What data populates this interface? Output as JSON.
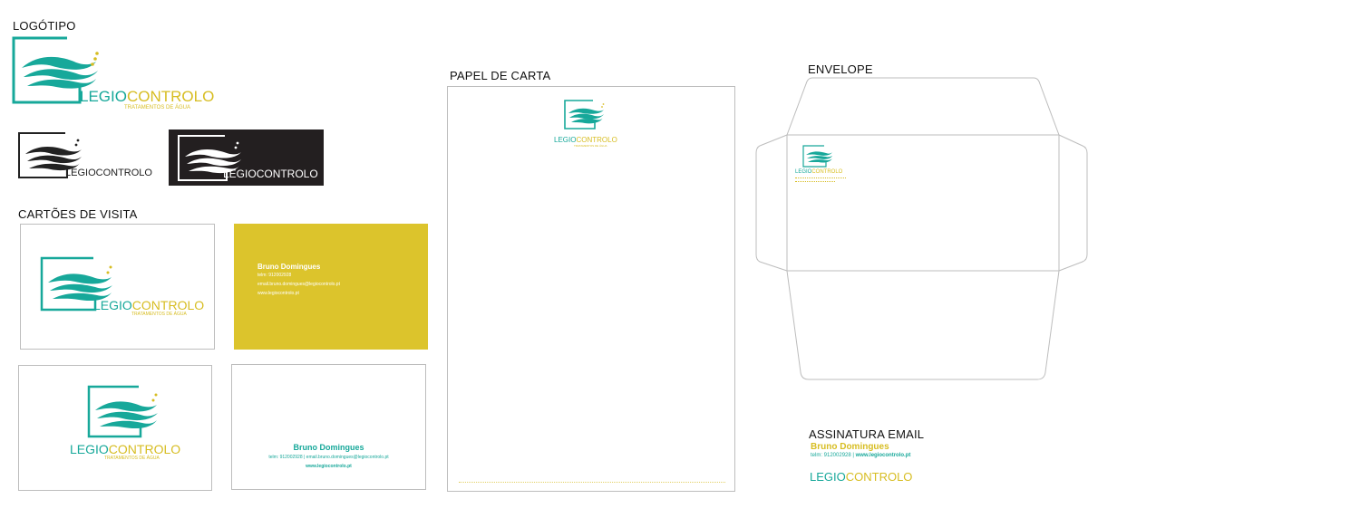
{
  "colors": {
    "teal": "#17a89a",
    "gold": "#d7bd22",
    "dark": "#231f20",
    "card_gold": "#dcc42c"
  },
  "brand": {
    "name_part1": "LEGIO",
    "name_part2": "CONTROLO",
    "tagline": "TRATAMENTOS DE ÁGUA",
    "icon": "water-waves-logo-icon"
  },
  "sections": {
    "logo": "LOGÓTIPO",
    "cards": "CARTÕES DE VISITA",
    "letterhead": "PAPEL DE CARTA",
    "envelope": "ENVELOPE",
    "email_signature": "ASSINATURA EMAIL"
  },
  "contact": {
    "name": "Bruno Domingues",
    "phone": "telm: 912002928",
    "email": "email.bruno.domingues@legiocontrolo.pt",
    "website": "www.legiocontrolo.pt",
    "combined_line": "telm: 912002928 | email.bruno.domingues@legiocontrolo.pt",
    "signature_line_phone": "telm: 912002928 |",
    "signature_line_web": "www.legiocontrolo.pt"
  }
}
